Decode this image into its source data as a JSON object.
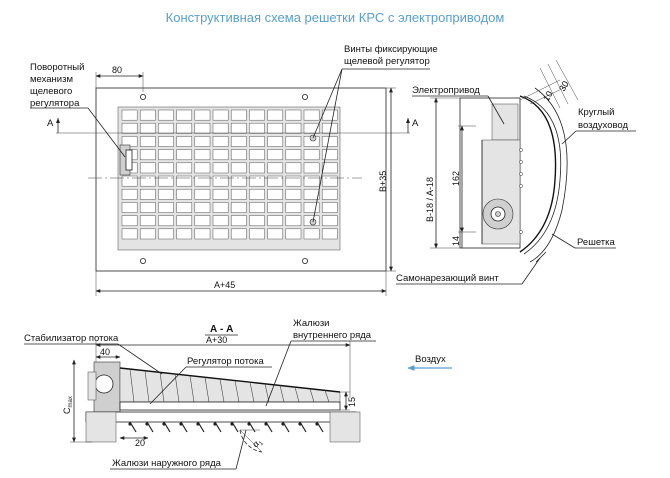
{
  "title": "Конструктивная схема решетки КРС с электроприводом",
  "labels": {
    "rotary_mechanism": [
      "Поворотный",
      "механизм",
      "щелевого",
      "регулятора"
    ],
    "fixing_screws": [
      "Винты фиксирующие",
      "щелевой регулятор"
    ],
    "electric_drive": "Электропривод",
    "round_duct": [
      "Круглый",
      "воздуховод"
    ],
    "grille": "Решетка",
    "self_tapping_screw": "Самонарезающий винт",
    "flow_stabilizer": "Стабилизатор потока",
    "flow_regulator": "Регулятор потока",
    "inner_louvers": [
      "Жалюзи",
      "внутреннего ряда"
    ],
    "outer_louvers": "Жалюзи наружного ряда",
    "air": "Воздух",
    "section_mark": "А",
    "section_title": "А - А"
  },
  "dimensions": {
    "d80": "80",
    "b35": "B+35",
    "a45": "A+45",
    "b18": "B-18 / A-18",
    "d162": "162",
    "d14": "14",
    "d10": "10",
    "d30": "30",
    "a30": "A+30",
    "d40": "40",
    "d15": "15",
    "d20": "20",
    "cmax": "C",
    "cmax_sub": "max",
    "alpha": "α",
    "alpha_sub": "1"
  },
  "colors": {
    "title": "#5a9fd0",
    "air_arrow": "#5a9fd0",
    "lines": "#222222"
  }
}
